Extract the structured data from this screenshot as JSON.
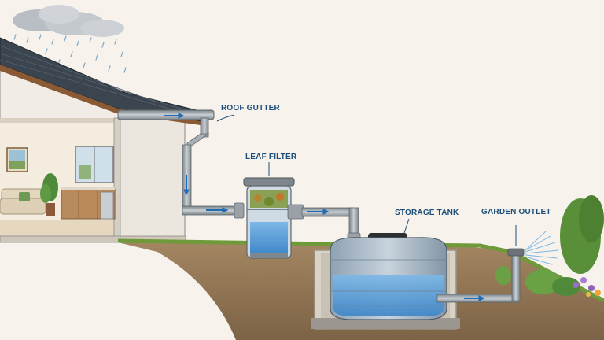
{
  "labels": {
    "roof_gutter": "ROOF GUTTER",
    "leaf_filter": "LEAF FILTER",
    "storage_tank": "STORAGE TANK",
    "garden_outlet": "GARDEN OUTLET"
  },
  "colors": {
    "background": "#f7f3ec",
    "label_text": "#1d4f7a",
    "pipe": "#a9b0b6",
    "pipe_dark": "#6f777d",
    "flow_arrow": "#1e6cb5",
    "water": "#4f97d4",
    "roof": "#3a4550",
    "soil": "#8a6a45",
    "grass": "#6e9a3a"
  }
}
